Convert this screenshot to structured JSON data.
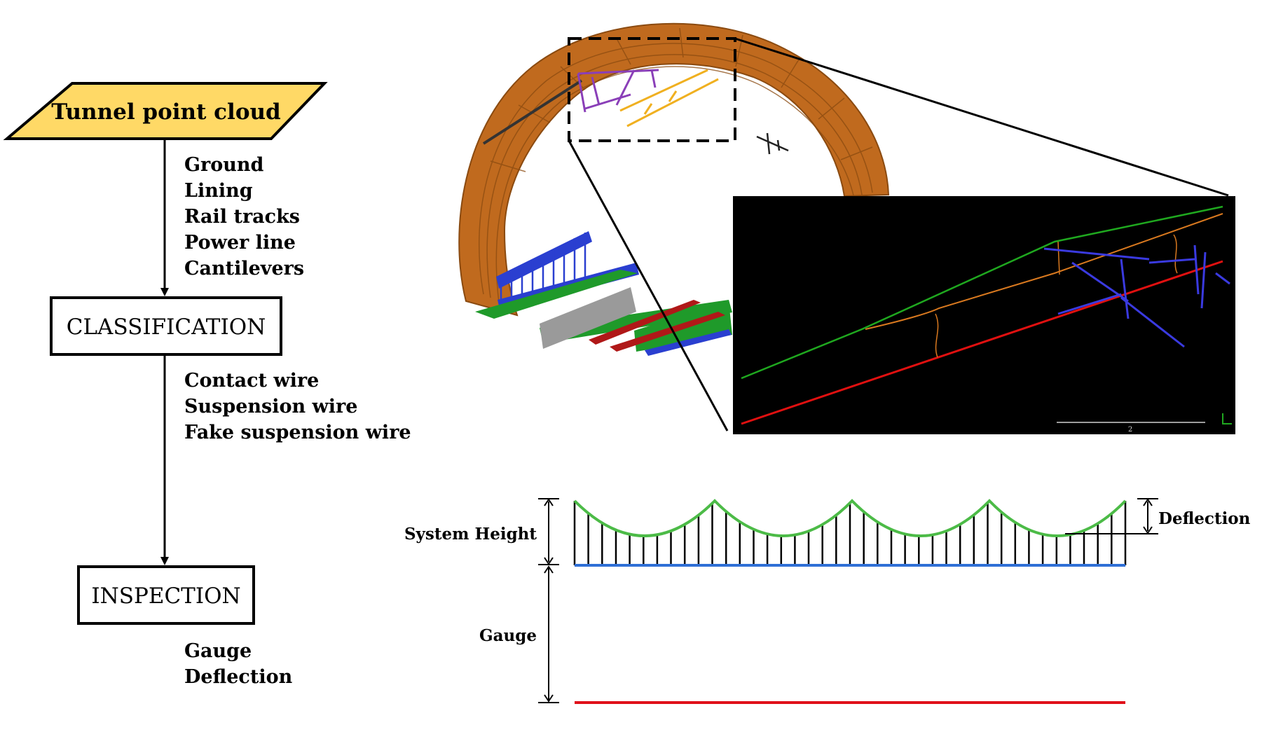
{
  "flowchart": {
    "input": {
      "label": "Tunnel point cloud",
      "fill": "#FFD966"
    },
    "step1_items": [
      "Ground",
      "Lining",
      "Rail tracks",
      "Power line",
      "Cantilevers"
    ],
    "classification": {
      "label": "CLASSIFICATION"
    },
    "step2_items": [
      "Contact wire",
      "Suspension wire",
      "Fake suspension wire"
    ],
    "inspection": {
      "label": "INSPECTION"
    },
    "step3_items": [
      "Gauge",
      "Deflection"
    ]
  },
  "catenary_diagram": {
    "system_height_label": "System Height",
    "gauge_label": "Gauge",
    "deflection_label": "Deflection",
    "colors": {
      "suspension": "#4CBB47",
      "contact": "#2F6FD6",
      "rail": "#E0101A"
    }
  },
  "point_cloud_view": {
    "colors": {
      "lining": "#C06A1E",
      "ground": "#1F9A2A",
      "rail": "#B01818",
      "power_line": "#2A3FD0",
      "cantilever": "#8A3FB8",
      "wire": "#F0B020"
    },
    "inset": {
      "background": "#000000",
      "scale_label": "2",
      "colors": {
        "suspension": "#1FA81F",
        "contact": "#D9791F",
        "rail": "#E01010",
        "cantilever": "#3A3AE0"
      }
    }
  }
}
